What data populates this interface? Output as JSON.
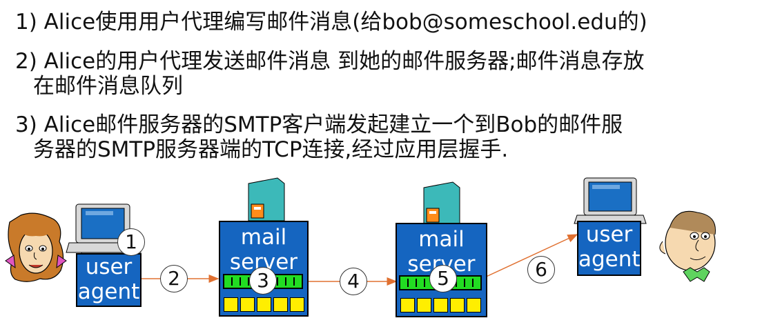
{
  "steps": {
    "s1": "1) Alice使用用户代理编写邮件消息(给bob@someschool.edu的)",
    "s2_line1": "2) Alice的用户代理发送邮件消息  到她的邮件服务器;邮件消息存放",
    "s2_line2": "在邮件消息队列",
    "s3_line1": "3) Alice邮件服务器的SMTP客户端发起建立一个到Bob的邮件服",
    "s3_line2": "务器的SMTP服务器端的TCP连接,经过应用层握手."
  },
  "diagram": {
    "alice_agent": {
      "line1": "user",
      "line2": "agent"
    },
    "alice_server": {
      "line1": "mail",
      "line2": "server"
    },
    "bob_server": {
      "line1": "mail",
      "line2": "server"
    },
    "bob_agent": {
      "line1": "user",
      "line2": "agent"
    },
    "markers": [
      "1",
      "2",
      "3",
      "4",
      "5",
      "6"
    ]
  },
  "colors": {
    "box_blue": "#1565c0",
    "queue_green": "#22dd22",
    "slot_yellow": "#ffee00",
    "arrow": "#e07030",
    "server_teal": "#3cb9b9",
    "monitor_blue": "#1a6fc4"
  }
}
